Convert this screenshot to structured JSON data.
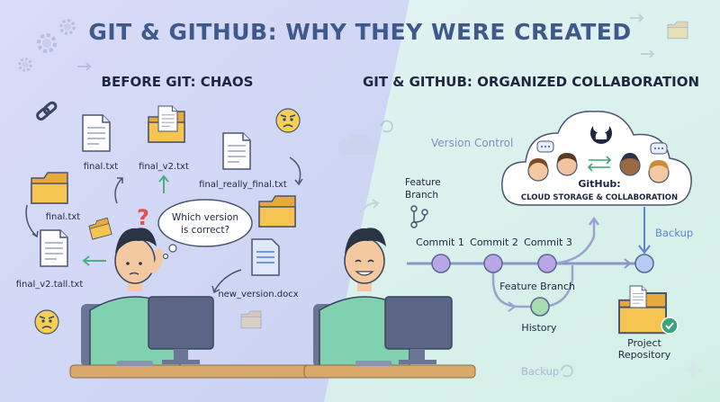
{
  "title": "GIT & GITHUB: WHY THEY WERE CREATED",
  "left": {
    "heading": "BEFORE GIT: CHAOS",
    "files": [
      "final.txt",
      "final_v2.txt",
      "final_really_final.txt",
      "final.txt",
      "final_v2.tall.txt",
      "new_version.docx"
    ],
    "bubble": [
      "Which version",
      "is correct?"
    ],
    "question_mark": "?"
  },
  "right": {
    "heading": "GIT & GITHUB: ORGANIZED COLLABORATION",
    "version_control": "Version Control",
    "feature_branch_top": [
      "Feature",
      "Branch"
    ],
    "commits": [
      "Commit 1",
      "Commit 2",
      "Commit 3"
    ],
    "feature_branch": "Feature Branch",
    "history": "History",
    "github_title": "GitHub:",
    "github_sub": "CLOUD STORAGE & COLLABORATION",
    "backup_right": "Backup",
    "backup_bottom": "Backup",
    "repo": [
      "Project",
      "Repository"
    ]
  },
  "colors": {
    "title": "#3f5a8a",
    "heading": "#1f2740",
    "folder": "#f5c451",
    "commit": "#b9a6e6",
    "history": "#a6dcb0",
    "line": "#7f8fbf",
    "screen": "#5b6585",
    "shirt": "#7fd1b0",
    "skin": "#f4c8a0",
    "hair": "#2b3445"
  },
  "icons": [
    "gear-icon",
    "link-icon",
    "folder-icon",
    "document-icon",
    "angry-face-icon",
    "cloud-icon",
    "github-icon",
    "chat-icon",
    "arrow-icon",
    "check-icon",
    "sparkle-icon",
    "refresh-icon"
  ]
}
